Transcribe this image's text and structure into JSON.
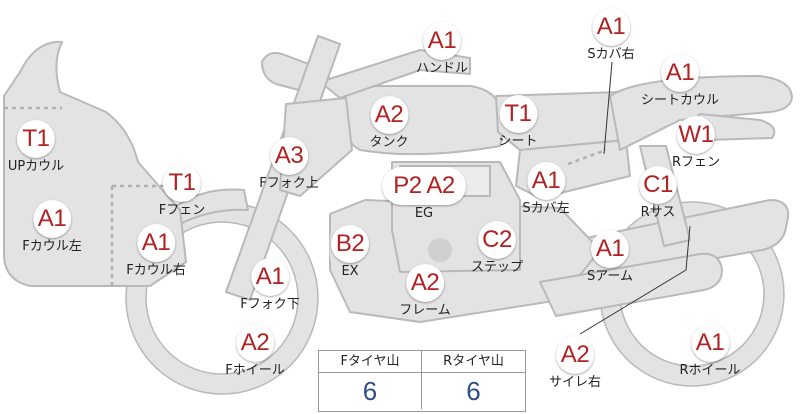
{
  "colors": {
    "body_fill": "#e3e3e3",
    "body_stroke": "#b9b9b9",
    "badge_text": "#b22222",
    "label_text": "#222222",
    "table_value": "#2f4f8a"
  },
  "parts": [
    {
      "id": "handle",
      "code": "A1",
      "name": "ハンドル"
    },
    {
      "id": "s-cover-right",
      "code": "A1",
      "name": "Sカバ右"
    },
    {
      "id": "seat-cowl",
      "code": "A1",
      "name": "シートカウル"
    },
    {
      "id": "tank",
      "code": "A2",
      "name": "タンク"
    },
    {
      "id": "seat",
      "code": "T1",
      "name": "シート"
    },
    {
      "id": "r-fender",
      "code": "W1",
      "name": "Rフェン"
    },
    {
      "id": "up-cowl",
      "code": "T1",
      "name": "UPカウル"
    },
    {
      "id": "f-fork-upper",
      "code": "A3",
      "name": "Fフォク上"
    },
    {
      "id": "f-fender",
      "code": "T1",
      "name": "Fフェン"
    },
    {
      "id": "eg",
      "code": "P2 A2",
      "name": "EG"
    },
    {
      "id": "s-cover-left",
      "code": "A1",
      "name": "Sカバ左"
    },
    {
      "id": "r-suspension",
      "code": "C1",
      "name": "Rサス"
    },
    {
      "id": "f-cowl-left",
      "code": "A1",
      "name": "Fカウル左"
    },
    {
      "id": "f-cowl-right",
      "code": "A1",
      "name": "Fカウル右"
    },
    {
      "id": "ex",
      "code": "B2",
      "name": "EX"
    },
    {
      "id": "step",
      "code": "C2",
      "name": "ステップ"
    },
    {
      "id": "s-arm",
      "code": "A1",
      "name": "Sアーム"
    },
    {
      "id": "f-fork-lower",
      "code": "A1",
      "name": "Fフォク下"
    },
    {
      "id": "frame",
      "code": "A2",
      "name": "フレーム"
    },
    {
      "id": "f-wheel",
      "code": "A2",
      "name": "Fホイール"
    },
    {
      "id": "silencer-right",
      "code": "A2",
      "name": "サイレ右"
    },
    {
      "id": "r-wheel",
      "code": "A1",
      "name": "Rホイール"
    }
  ],
  "tire_table": {
    "front_label": "Fタイヤ山",
    "rear_label": "Rタイヤ山",
    "front_value": "6",
    "rear_value": "6"
  }
}
